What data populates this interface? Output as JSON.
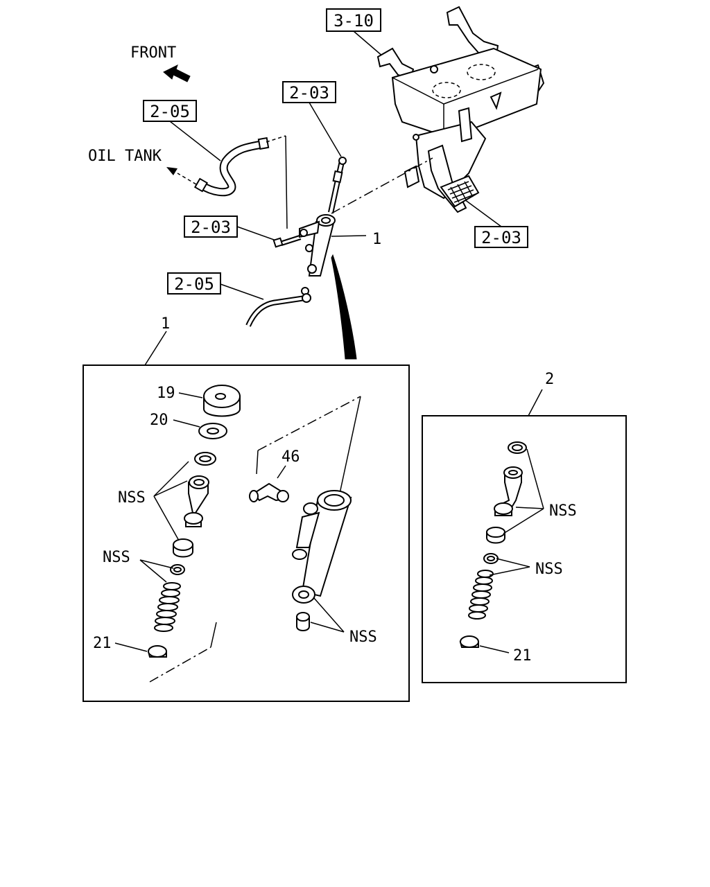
{
  "labels": {
    "front": "FRONT",
    "oil_tank": "OIL TANK",
    "ref_3_10": "3-10",
    "ref_2_03_top": "2-03",
    "ref_2_05_hose": "2-05",
    "ref_2_03_bolt": "2-03",
    "ref_2_03_pedal": "2-03",
    "ref_2_05_pipe": "2-05",
    "callout_1_main": "1",
    "detail_1_title": "1",
    "detail_2_title": "2",
    "part_19": "19",
    "part_20": "20",
    "part_46": "46",
    "nss_a": "NSS",
    "nss_b": "NSS",
    "nss_c": "NSS",
    "part_21_left": "21",
    "nss_d": "NSS",
    "nss_e": "NSS",
    "part_21_right": "21"
  }
}
